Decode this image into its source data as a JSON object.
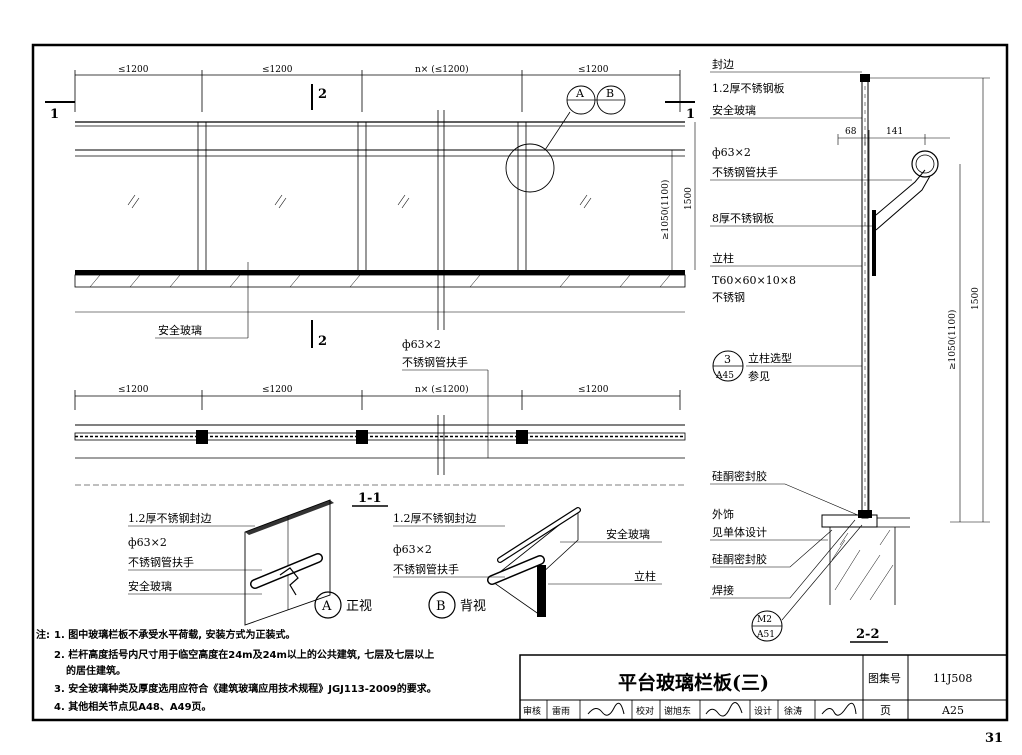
{
  "elevation": {
    "dims_top": [
      "≤1200",
      "≤1200",
      "n× (≤1200)",
      "≤1200"
    ],
    "section_marks": [
      "2",
      "2",
      "1",
      "1"
    ],
    "detail_refs": [
      "A",
      "B"
    ],
    "height_dims": [
      "≥1050(1100)",
      "1500"
    ],
    "glass_label": "安全玻璃"
  },
  "plan": {
    "dims": [
      "≤1200",
      "≤1200",
      "n× (≤1200)",
      "≤1200"
    ],
    "handrail_spec": "ф63×2",
    "handrail_name": "不锈钢管扶手",
    "title": "1-1"
  },
  "detail_a": {
    "labels": [
      "1.2厚不锈钢封边",
      "ф63×2",
      "不锈钢管扶手",
      "安全玻璃"
    ],
    "circle": "A",
    "caption": "正视"
  },
  "detail_b": {
    "labels": [
      "1.2厚不锈钢封边",
      "ф63×2",
      "不锈钢管扶手"
    ],
    "right_labels": [
      "安全玻璃",
      "立柱"
    ],
    "circle": "B",
    "caption": "背视"
  },
  "section": {
    "labels": [
      "封边",
      "1.2厚不锈钢板",
      "安全玻璃",
      "ф63×2",
      "不锈钢管扶手",
      "8厚不锈钢板",
      "立柱",
      "T60×60×10×8",
      "不锈钢"
    ],
    "dims": [
      "68",
      "141",
      "1500",
      "≥1050(1100)"
    ],
    "ref_num": "3",
    "ref_page": "A45",
    "ref_text1": "立柱选型",
    "ref_text2": "参见",
    "lower_labels": [
      "硅酮密封胶",
      "外饰",
      "见单体设计",
      "硅酮密封胶",
      "焊接"
    ],
    "ref2_num": "M2",
    "ref2_page": "A51",
    "title": "2-2"
  },
  "notes": {
    "head": "注:",
    "lines": [
      "1. 图中玻璃栏板不承受水平荷载, 安装方式为正装式。",
      "2. 栏杆高度括号内尺寸用于临空高度在24m及24m以上的公共建筑, 七层及七层以上",
      "的居住建筑。",
      "3. 安全玻璃种类及厚度选用应符合《建筑玻璃应用技术规程》JGJ113-2009的要求。",
      "4. 其他相关节点见A48、A49页。"
    ]
  },
  "title_block": {
    "title": "平台玻璃栏板(三)",
    "atlas_label": "图集号",
    "atlas_no": "11J508",
    "page_label": "页",
    "page_no": "A25",
    "row": [
      "审核",
      "雷雨",
      "校对",
      "谢旭东",
      "设计",
      "徐涛"
    ]
  },
  "page_number": "31"
}
